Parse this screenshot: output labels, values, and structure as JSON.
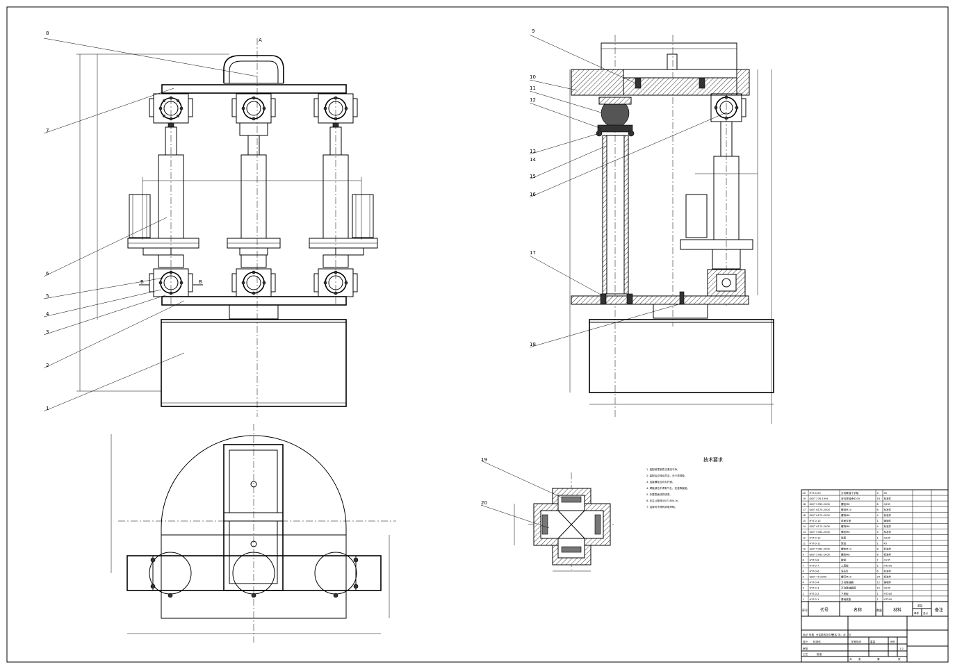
{
  "leaders_front": [
    "8",
    "7",
    "6",
    "5",
    "4",
    "3",
    "2",
    "1"
  ],
  "leaders_side": [
    "9",
    "10",
    "11",
    "12",
    "13",
    "14",
    "15",
    "16",
    "17",
    "18"
  ],
  "leaders_detail": [
    "19",
    "20"
  ],
  "section_marks": {
    "top": "A",
    "left": "B",
    "right": "B"
  },
  "tech": {
    "title": "技术要求",
    "items": [
      "1. 装配前零部件应清洗干净。",
      "2. 装配后应转动灵活，无卡滞现象。",
      "3. 连接螺栓应均匀拧紧。",
      "4. 焊接部位不得有气孔、夹渣等缺陷。",
      "5. 外露表面涂防锈漆。",
      "6. 未注公差按GB/T1804-m。",
      "7. 运转时不得有异常声响。"
    ]
  },
  "bom": {
    "rows": [
      [
        "20",
        "HYT-0-20",
        "万向联轴十字轴",
        "4",
        "45",
        ""
      ],
      [
        "19",
        "GB/T 276-1994",
        "深沟球轴承6205",
        "16",
        "标准件",
        ""
      ],
      [
        "18",
        "GB/T 5783-2000",
        "螺栓M8",
        "8",
        "Q235",
        ""
      ],
      [
        "17",
        "GB/T 6170-2000",
        "螺母M10",
        "8",
        "标准件",
        ""
      ],
      [
        "16",
        "GB/T 6170-2000",
        "螺母M8",
        "4",
        "标准件",
        ""
      ],
      [
        "15",
        "HYT-0-15",
        "球面支座",
        "1",
        "铸钢件",
        ""
      ],
      [
        "14",
        "GB/T 6170-2000",
        "螺母M6",
        "4",
        "标准件",
        ""
      ],
      [
        "13",
        "GB/T 5783-2000",
        "螺栓M6",
        "4",
        "标准件",
        ""
      ],
      [
        "12",
        "HYT-0-12",
        "球座",
        "1",
        "Q235",
        ""
      ],
      [
        "11",
        "HYT-0-11",
        "球铰",
        "1",
        "45",
        ""
      ],
      [
        "10",
        "GB/T 5782-2000",
        "螺栓M14",
        "8",
        "标准件",
        ""
      ],
      [
        "9",
        "GB/T 5782-2000",
        "螺栓M8",
        "8",
        "标准件",
        ""
      ],
      [
        "8",
        "HYT-0-8",
        "握把",
        "1",
        "Q235",
        ""
      ],
      [
        "7",
        "HYT-0-7",
        "上底板",
        "1",
        "HT200",
        ""
      ],
      [
        "6",
        "HYT-0-6",
        "液压缸",
        "6",
        "标准件",
        ""
      ],
      [
        "5",
        "GB/T 70-2000",
        "螺钉M10",
        "24",
        "标准件",
        ""
      ],
      [
        "4",
        "HYT-0-4",
        "万向联轴器",
        "12",
        "铸钢件",
        ""
      ],
      [
        "3",
        "HYT-0-3",
        "万向联轴器座",
        "12",
        "Q235",
        ""
      ],
      [
        "2",
        "HYT-0-2",
        "下底板",
        "1",
        "HT200",
        ""
      ],
      [
        "1",
        "HYT-0-1",
        "基础底座",
        "1",
        "HT200",
        ""
      ]
    ],
    "headers": [
      "序号",
      "代号",
      "名称",
      "数量",
      "材料",
      "单件",
      "总计",
      "备注"
    ],
    "weight_header": "重量"
  },
  "title_block": {
    "cells": [
      "标记",
      "处数",
      "分区",
      "更改文件号",
      "签名",
      "年、月、日",
      "设计",
      "标准化",
      "审核",
      "工艺",
      "批准",
      "阶段标记",
      "重量",
      "比例",
      "1:2",
      "共",
      "张",
      "第",
      "张"
    ]
  }
}
